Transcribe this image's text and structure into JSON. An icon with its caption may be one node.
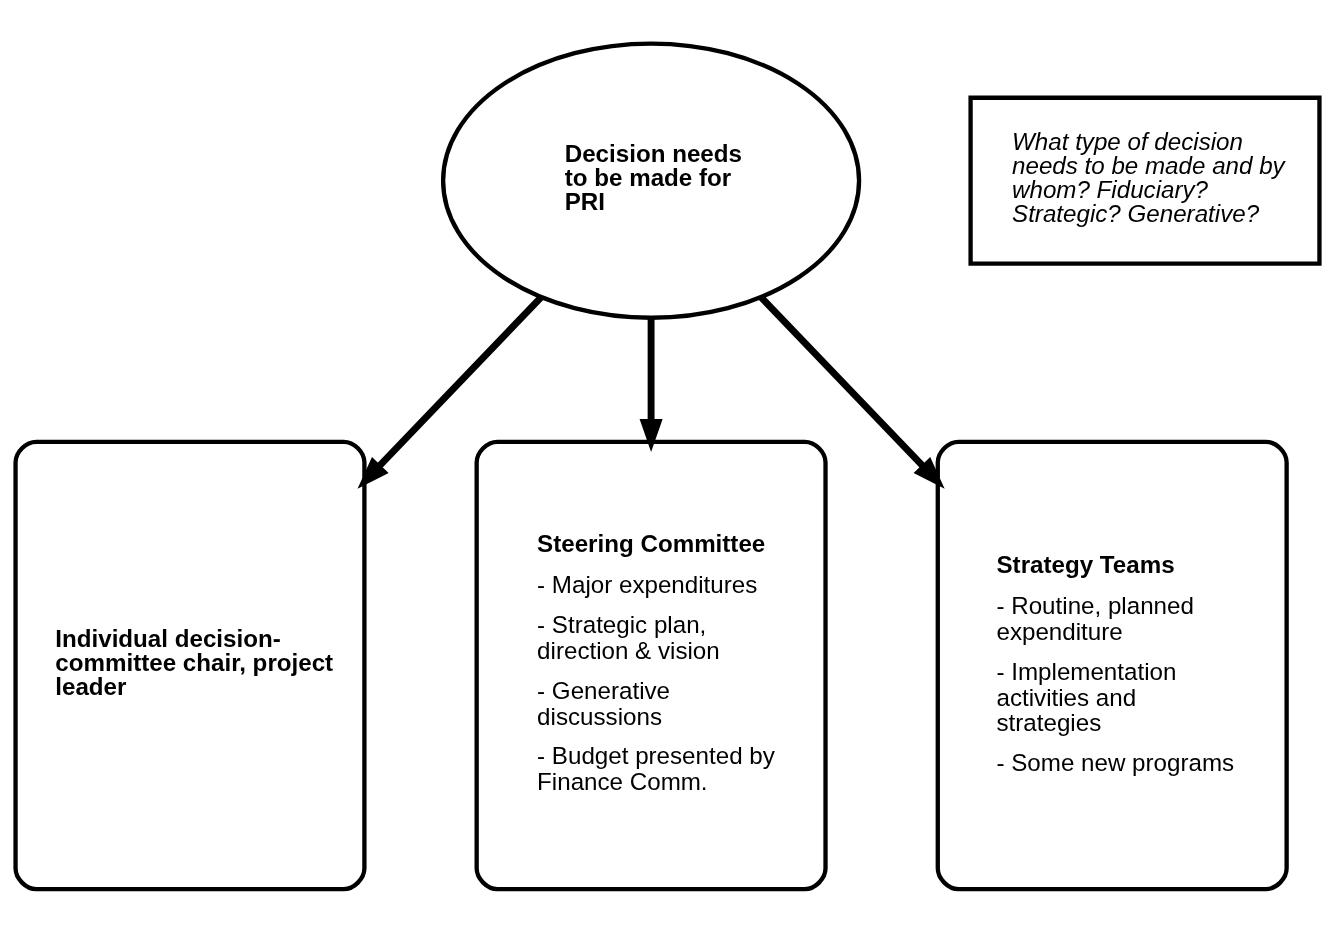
{
  "diagram": {
    "nodes": [
      {
        "text": [
          "Decision needs to be made for PRI"
        ]
      },
      {
        "text": [
          "What type of decision needs to be made and by whom? Fiduciary? Strategic? Generative?"
        ]
      },
      {
        "text": [
          "Individual decision-committee chair, project leader"
        ]
      },
      {
        "text": [
          "Steering Committee",
          "- Major expenditures",
          "- Strategic plan, direction & vision",
          "- Generative discussions",
          "- Budget presented by Finance Comm."
        ]
      },
      {
        "text": [
          "Strategy Teams",
          "- Routine, planned expenditure",
          "- Implementation activities and strategies",
          "- Some new programs"
        ]
      }
    ],
    "edges": [
      {
        "from": 0,
        "to": 2,
        "arrow": "to"
      },
      {
        "from": 0,
        "to": 3,
        "arrow": "to"
      },
      {
        "from": 0,
        "to": 4,
        "arrow": "to"
      }
    ]
  }
}
